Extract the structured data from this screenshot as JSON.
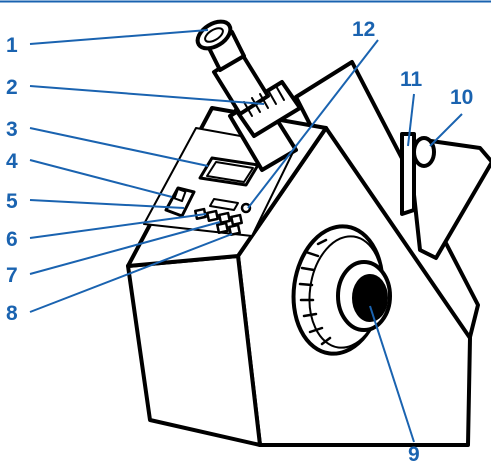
{
  "diagram": {
    "label_color": "#1a63b0",
    "line_color": "#000000",
    "callouts": [
      {
        "id": "eyepiece",
        "text": "1"
      },
      {
        "id": "focus-ring",
        "text": "2"
      },
      {
        "id": "display",
        "text": "3"
      },
      {
        "id": "control-knob",
        "text": "4"
      },
      {
        "id": "switch",
        "text": "5"
      },
      {
        "id": "button-row",
        "text": "6"
      },
      {
        "id": "small-button",
        "text": "7"
      },
      {
        "id": "key-row",
        "text": "8"
      },
      {
        "id": "adjust-wheel",
        "text": "9"
      },
      {
        "id": "prism-handle",
        "text": "10"
      },
      {
        "id": "prism-clamp",
        "text": "11"
      },
      {
        "id": "indicator",
        "text": "12"
      }
    ]
  }
}
